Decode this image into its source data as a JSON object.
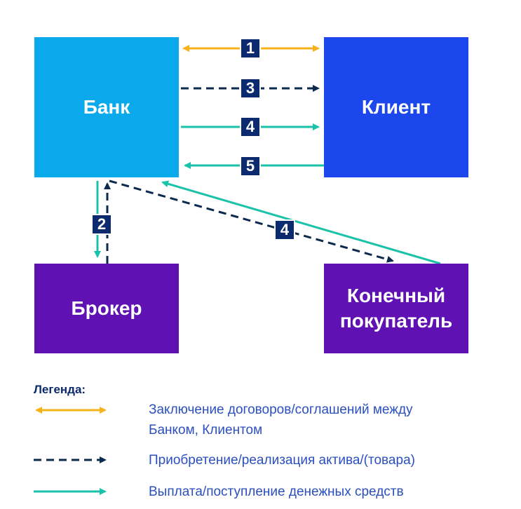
{
  "nodes": {
    "bank": "Банк",
    "client": "Клиент",
    "broker": "Брокер",
    "buyer_line1": "Конечный",
    "buyer_line2": "покупатель"
  },
  "badges": {
    "b1": "1",
    "b2": "2",
    "b3": "3",
    "b4_top": "4",
    "b4_diag": "4",
    "b5": "5"
  },
  "legend": {
    "title": "Легенда:",
    "items": [
      {
        "line1": "Заключение договоров/соглашений между",
        "line2": "Банком, Клиентом"
      },
      {
        "line1": "Приобретение/реализация актива/(товара)"
      },
      {
        "line1": "Выплата/поступление денежных средств"
      }
    ]
  },
  "colors": {
    "bank": "#0aa9ec",
    "client": "#1c47ec",
    "broker": "#5f11b4",
    "buyer": "#5f11b4",
    "contract_arrow": "#f5b21a",
    "asset_arrow": "#0c2a4e",
    "cash_arrow": "#19c2a8",
    "badge": "#0c2a6e"
  }
}
